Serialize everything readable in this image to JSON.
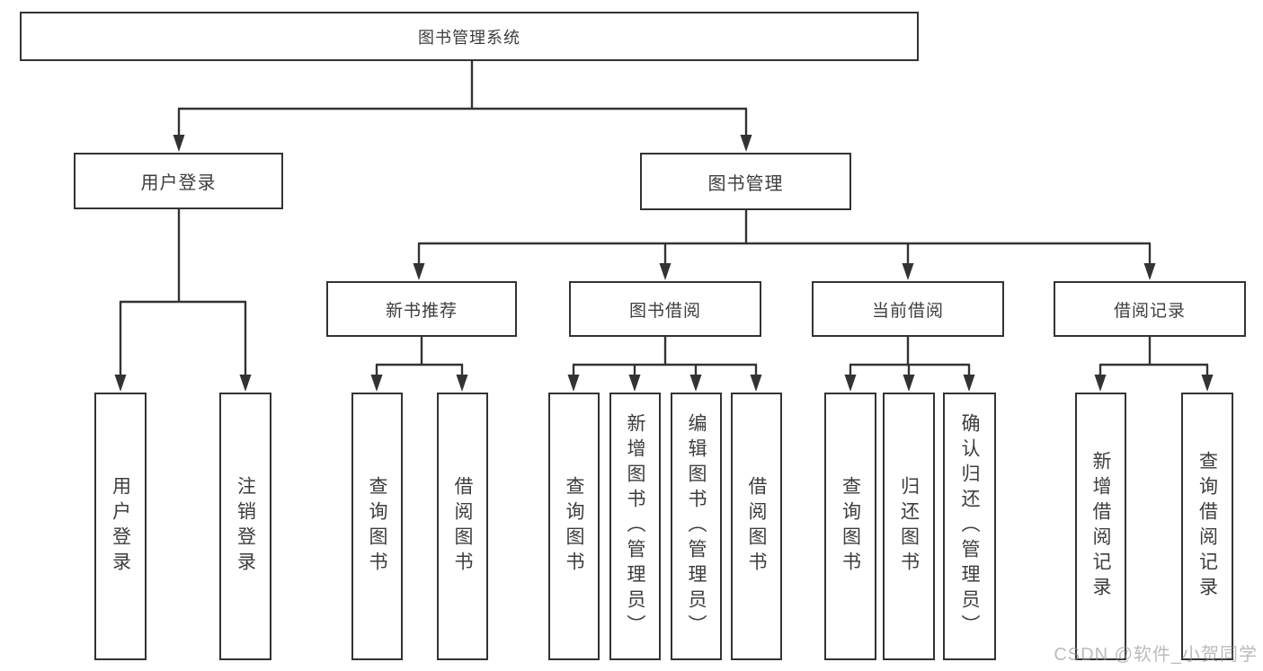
{
  "colors": {
    "line": "#333333",
    "box_border": "#333333",
    "text": "#3d3d3d",
    "watermark": "#8f8f8f",
    "background": "#ffffff"
  },
  "root": {
    "label": "图书管理系统"
  },
  "level2": [
    {
      "label": "用户登录"
    },
    {
      "label": "图书管理"
    }
  ],
  "level3": [
    {
      "label": "新书推荐"
    },
    {
      "label": "图书借阅"
    },
    {
      "label": "当前借阅"
    },
    {
      "label": "借阅记录"
    }
  ],
  "leaves": {
    "user_login": [
      {
        "label": "用户登录"
      },
      {
        "label": "注销登录"
      }
    ],
    "new_book": [
      {
        "label": "查询图书"
      },
      {
        "label": "借阅图书"
      }
    ],
    "book_borrow": [
      {
        "label": "查询图书"
      },
      {
        "label": "新增图书（管理员）"
      },
      {
        "label": "编辑图书（管理员）"
      },
      {
        "label": "借阅图书"
      }
    ],
    "current_borrow": [
      {
        "label": "查询图书"
      },
      {
        "label": "归还图书"
      },
      {
        "label": "确认归还（管理员）"
      }
    ],
    "borrow_record": [
      {
        "label": "新增借阅记录"
      },
      {
        "label": "查询借阅记录"
      }
    ]
  },
  "watermark": {
    "text": "CSDN @软件_小贺同学"
  }
}
